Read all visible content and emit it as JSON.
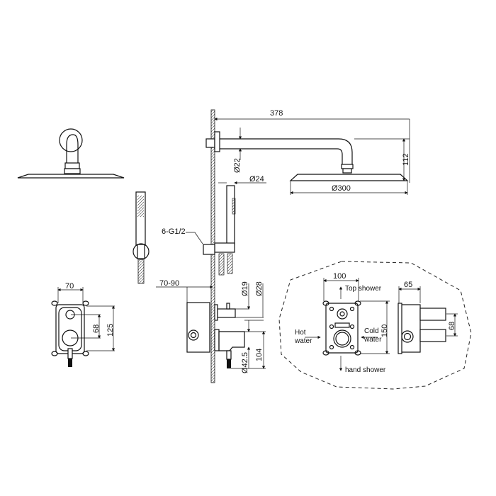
{
  "drawing": {
    "title": "Concealed shower system dimension drawing",
    "dimensions": {
      "arm_length": "378",
      "arm_drop": "112",
      "arm_diameter": "Ø22",
      "holder_diameter": "Ø24",
      "head_diameter": "Ø300",
      "thread": "6-G1/2",
      "wall_depth": "70-90",
      "outlet_diameter": "Ø19",
      "escutcheon_diameter": "Ø28",
      "handle_diameter": "Ø42.5",
      "handle_length": "104",
      "box_width": "70",
      "box_spacing": "68",
      "box_height": "125",
      "valve_width": "100",
      "valve_height": "150",
      "valve_depth": "65",
      "valve_spacing": "68"
    },
    "labels": {
      "top_shower": "Top shower",
      "hot_water_1": "Hot",
      "hot_water_2": "water",
      "cold_water_1": "Cold",
      "cold_water_2": "water",
      "hand_shower": "hand shower"
    }
  }
}
